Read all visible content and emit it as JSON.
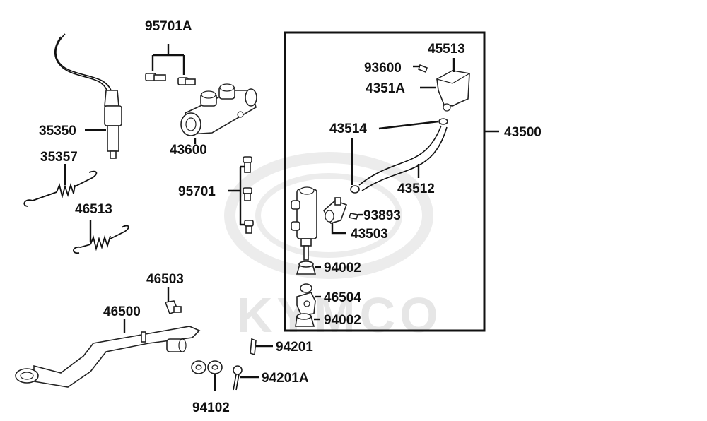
{
  "watermark": {
    "brand": "KYMCO"
  },
  "labels": {
    "p95701A": "95701A",
    "p35350": "35350",
    "p43600": "43600",
    "p35357": "35357",
    "p95701": "95701",
    "p46513": "46513",
    "p46503": "46503",
    "p46500": "46500",
    "p94201": "94201",
    "p94201A": "94201A",
    "p94102": "94102",
    "p45513": "45513",
    "p93600": "93600",
    "p4351A": "4351A",
    "p43514": "43514",
    "p43500": "43500",
    "p43512": "43512",
    "p93893": "93893",
    "p43503": "43503",
    "p94002a": "94002",
    "p46504": "46504",
    "p94002b": "94002"
  },
  "colors": {
    "line": "#111111",
    "watermark": "#e6e6e6",
    "background": "#ffffff"
  }
}
